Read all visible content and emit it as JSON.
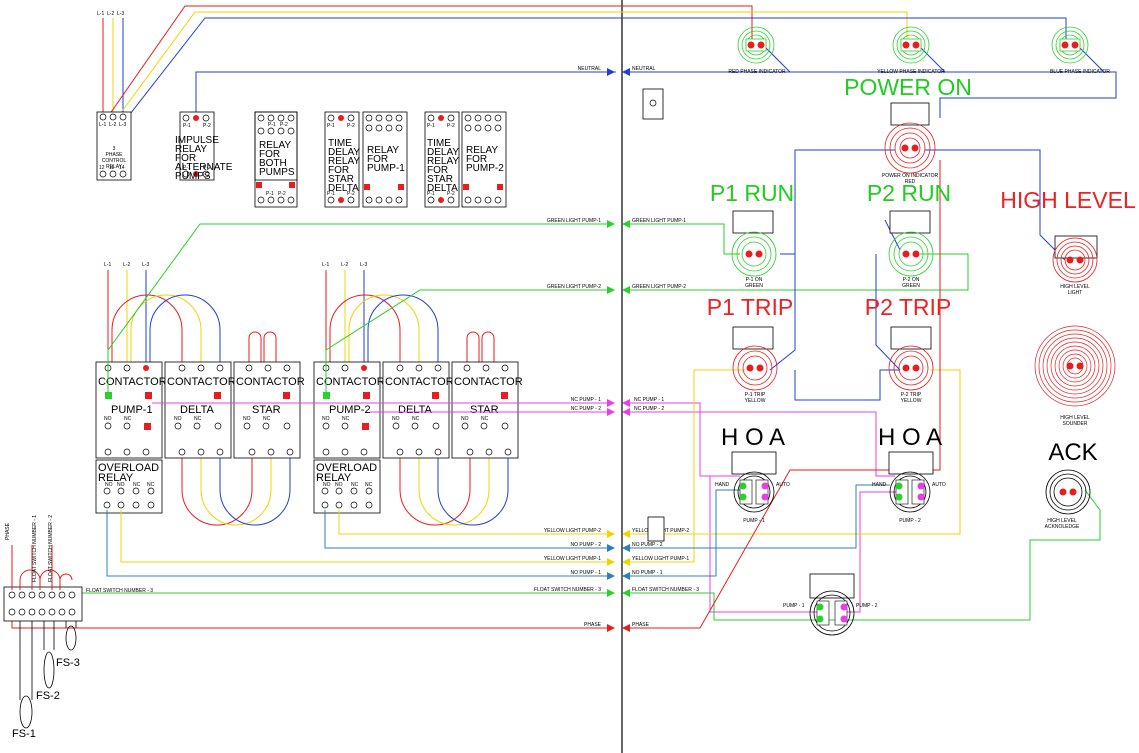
{
  "colors": {
    "red": "#e81e1e",
    "yellow": "#f0d400",
    "blue": "#1f3fd6",
    "green": "#2ad12a",
    "magenta": "#e83ee8",
    "steel": "#2f7fb8",
    "black": "#000000"
  },
  "supply": {
    "l1": "L-1",
    "l2": "L-2",
    "l3": "L-3"
  },
  "relays": {
    "phase_control": {
      "name": [
        "3",
        "PHASE",
        "CONTROL",
        "RELAY"
      ],
      "top": [
        "L-1",
        "L-2",
        "L-3"
      ],
      "bottom": [
        "12",
        "11",
        "14"
      ]
    },
    "impulse": {
      "name": [
        "IMPULSE",
        "RELAY",
        "FOR",
        "ALTERNATE",
        "PUMPS"
      ],
      "p1": "P-1",
      "p2": "P-2"
    },
    "both": {
      "name": [
        "RELAY",
        "FOR",
        "BOTH",
        "PUMPS"
      ],
      "p1": "P-1",
      "p2": "P-2"
    },
    "td1": {
      "name": [
        "TIME",
        "DELAY",
        "RELAY",
        "FOR",
        "STAR",
        "DELTA"
      ],
      "p1": "P-1",
      "p2": "P-2"
    },
    "rp1": {
      "name": [
        "RELAY",
        "FOR",
        "PUMP-1"
      ]
    },
    "td2": {
      "name": [
        "TIME",
        "DELAY",
        "RELAY",
        "FOR",
        "STAR",
        "DELTA"
      ],
      "p1": "P-1",
      "p2": "P-2"
    },
    "rp2": {
      "name": [
        "RELAY",
        "FOR",
        "PUMP-2"
      ]
    }
  },
  "contactors": {
    "title": "CONTACTOR",
    "no": "NO",
    "nc": "NC",
    "p1": {
      "main": "PUMP-1",
      "delta": "DELTA",
      "star": "STAR"
    },
    "p2": {
      "main": "PUMP-2",
      "delta": "DELTA",
      "star": "STAR"
    }
  },
  "overload": {
    "title": [
      "OVERLOAD",
      "RELAY"
    ],
    "contacts": [
      "NO",
      "NO",
      "NC",
      "NC"
    ]
  },
  "lines": {
    "neutral": "NEUTRAL",
    "green_p1": "GREEN LIGHT PUMP-1",
    "green_p2": "GREEN LIGHT PUMP-2",
    "nc_p1": "NC PUMP - 1",
    "nc_p2": "NC PUMP - 2",
    "yellow_p2": "YELLOW LIGHT PUMP-2",
    "no_p2": "NO PUMP - 2",
    "yellow_p1": "YELLOW LIGHT PUMP-1",
    "no_p1": "NO PUMP - 1",
    "float3": "FLOAT SWITCH NUMBER - 3",
    "phase": "PHASE"
  },
  "float_switches": {
    "phase": "PHASE",
    "fsn1": "FLOAT SWITCH NUMBER - 1",
    "fsn2": "FLOAT SWITCH NUMBER - 2",
    "fs1": "FS-1",
    "fs2": "FS-2",
    "fs3": "FS-3"
  },
  "panel": {
    "red_phase": "RED PHASE INDICATOR",
    "yellow_phase": "YELLOW PHASE INDICATOR",
    "blue_phase": "BLUE PHASE INDICATOR",
    "power_on": "POWER ON",
    "power_on_sub": [
      "POWER ON INDICATOR",
      "RED"
    ],
    "p1_run": "P1 RUN",
    "p2_run": "P2 RUN",
    "high_level": "HIGH LEVEL",
    "p1_on": [
      "P-1 ON",
      "GREEN"
    ],
    "p2_on": [
      "P-2 ON",
      "GREEN"
    ],
    "high_light": [
      "HIGH LEVEL",
      "LIGHT"
    ],
    "p1_trip": "P1 TRIP",
    "p2_trip": "P2 TRIP",
    "p1_trip_sub": [
      "P-1 TRIP",
      "YELLOW"
    ],
    "p2_trip_sub": [
      "P-2 TRIP",
      "YELLOW"
    ],
    "sounder": [
      "HIGH LEVEL",
      "SOUNDER"
    ],
    "hoa": "H O A",
    "hand": "HAND",
    "auto": "AUTO",
    "hoa_p1": "PUMP - 1",
    "hoa_p2": "PUMP - 2",
    "ack": "ACK",
    "ack_sub": [
      "HIGH LEVEL",
      "ACKNOLEDGE"
    ],
    "sel_p1": "PUMP - 1",
    "sel_p2": "PUMP - 2"
  }
}
